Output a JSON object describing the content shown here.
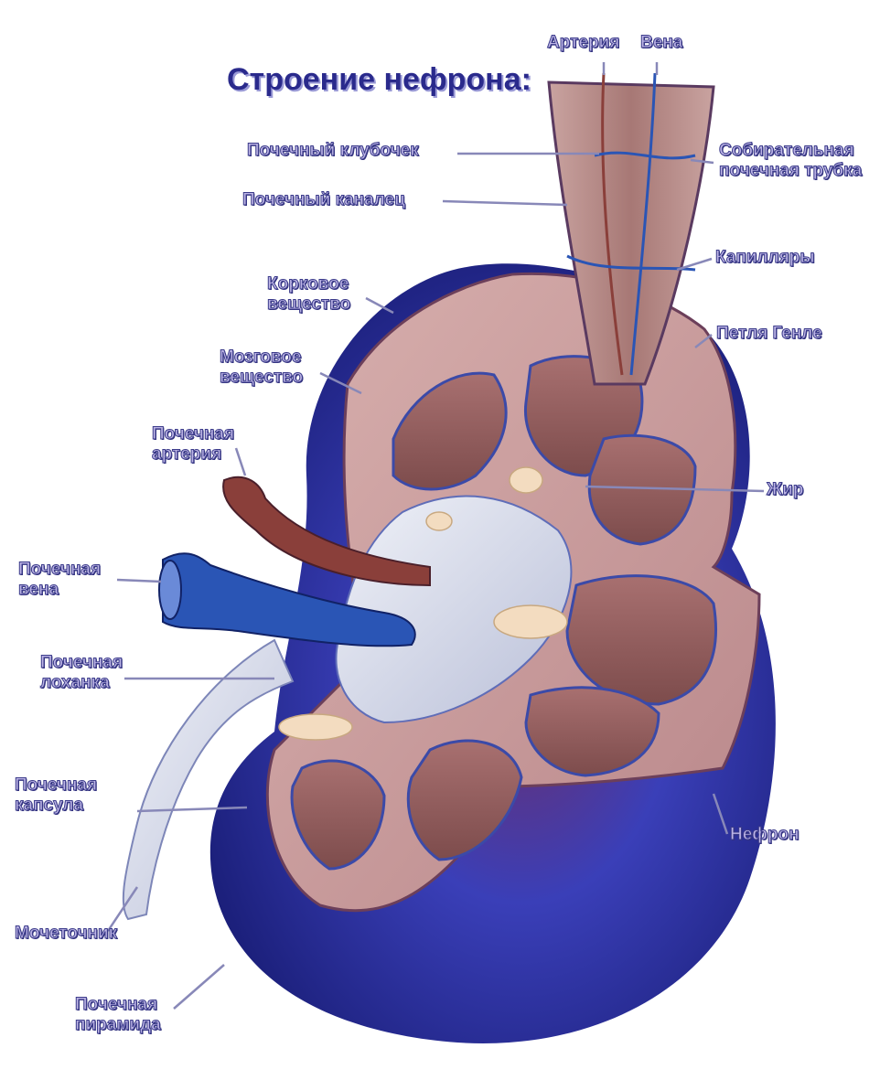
{
  "title": "Строение нефрона:",
  "labels": {
    "arteria": "Артерия",
    "vena": "Вена",
    "glomerulus": "Почечный клубочек",
    "tubule": "Почечный каналец",
    "collecting_duct": [
      "Собирательная",
      "почечная трубка"
    ],
    "capillaries": "Капилляры",
    "cortex": [
      "Корковое",
      "вещество"
    ],
    "loop_henle": "Петля Генле",
    "medulla": [
      "Мозговое",
      "вещество"
    ],
    "renal_artery": [
      "Почечная",
      "артерия"
    ],
    "fat": "Жир",
    "renal_vein": [
      "Почечная",
      "вена"
    ],
    "renal_pelvis": [
      "Почечная",
      "лоханка"
    ],
    "renal_capsule": [
      "Почечная",
      "капсула"
    ],
    "nephron": "Нефрон",
    "ureter": "Мочеточник",
    "renal_pyramid": [
      "Почечная",
      "пирамида"
    ]
  },
  "colors": {
    "kidney_dark": "#2b2f9e",
    "kidney_mid": "#3c44c8",
    "cortex": "#c79a9a",
    "medulla": "#9a6460",
    "vessel_red": "#8a3f3a",
    "vessel_blue": "#2a55b5",
    "fat": "#f3dcc0",
    "pelvis": "#e8ecf3"
  }
}
